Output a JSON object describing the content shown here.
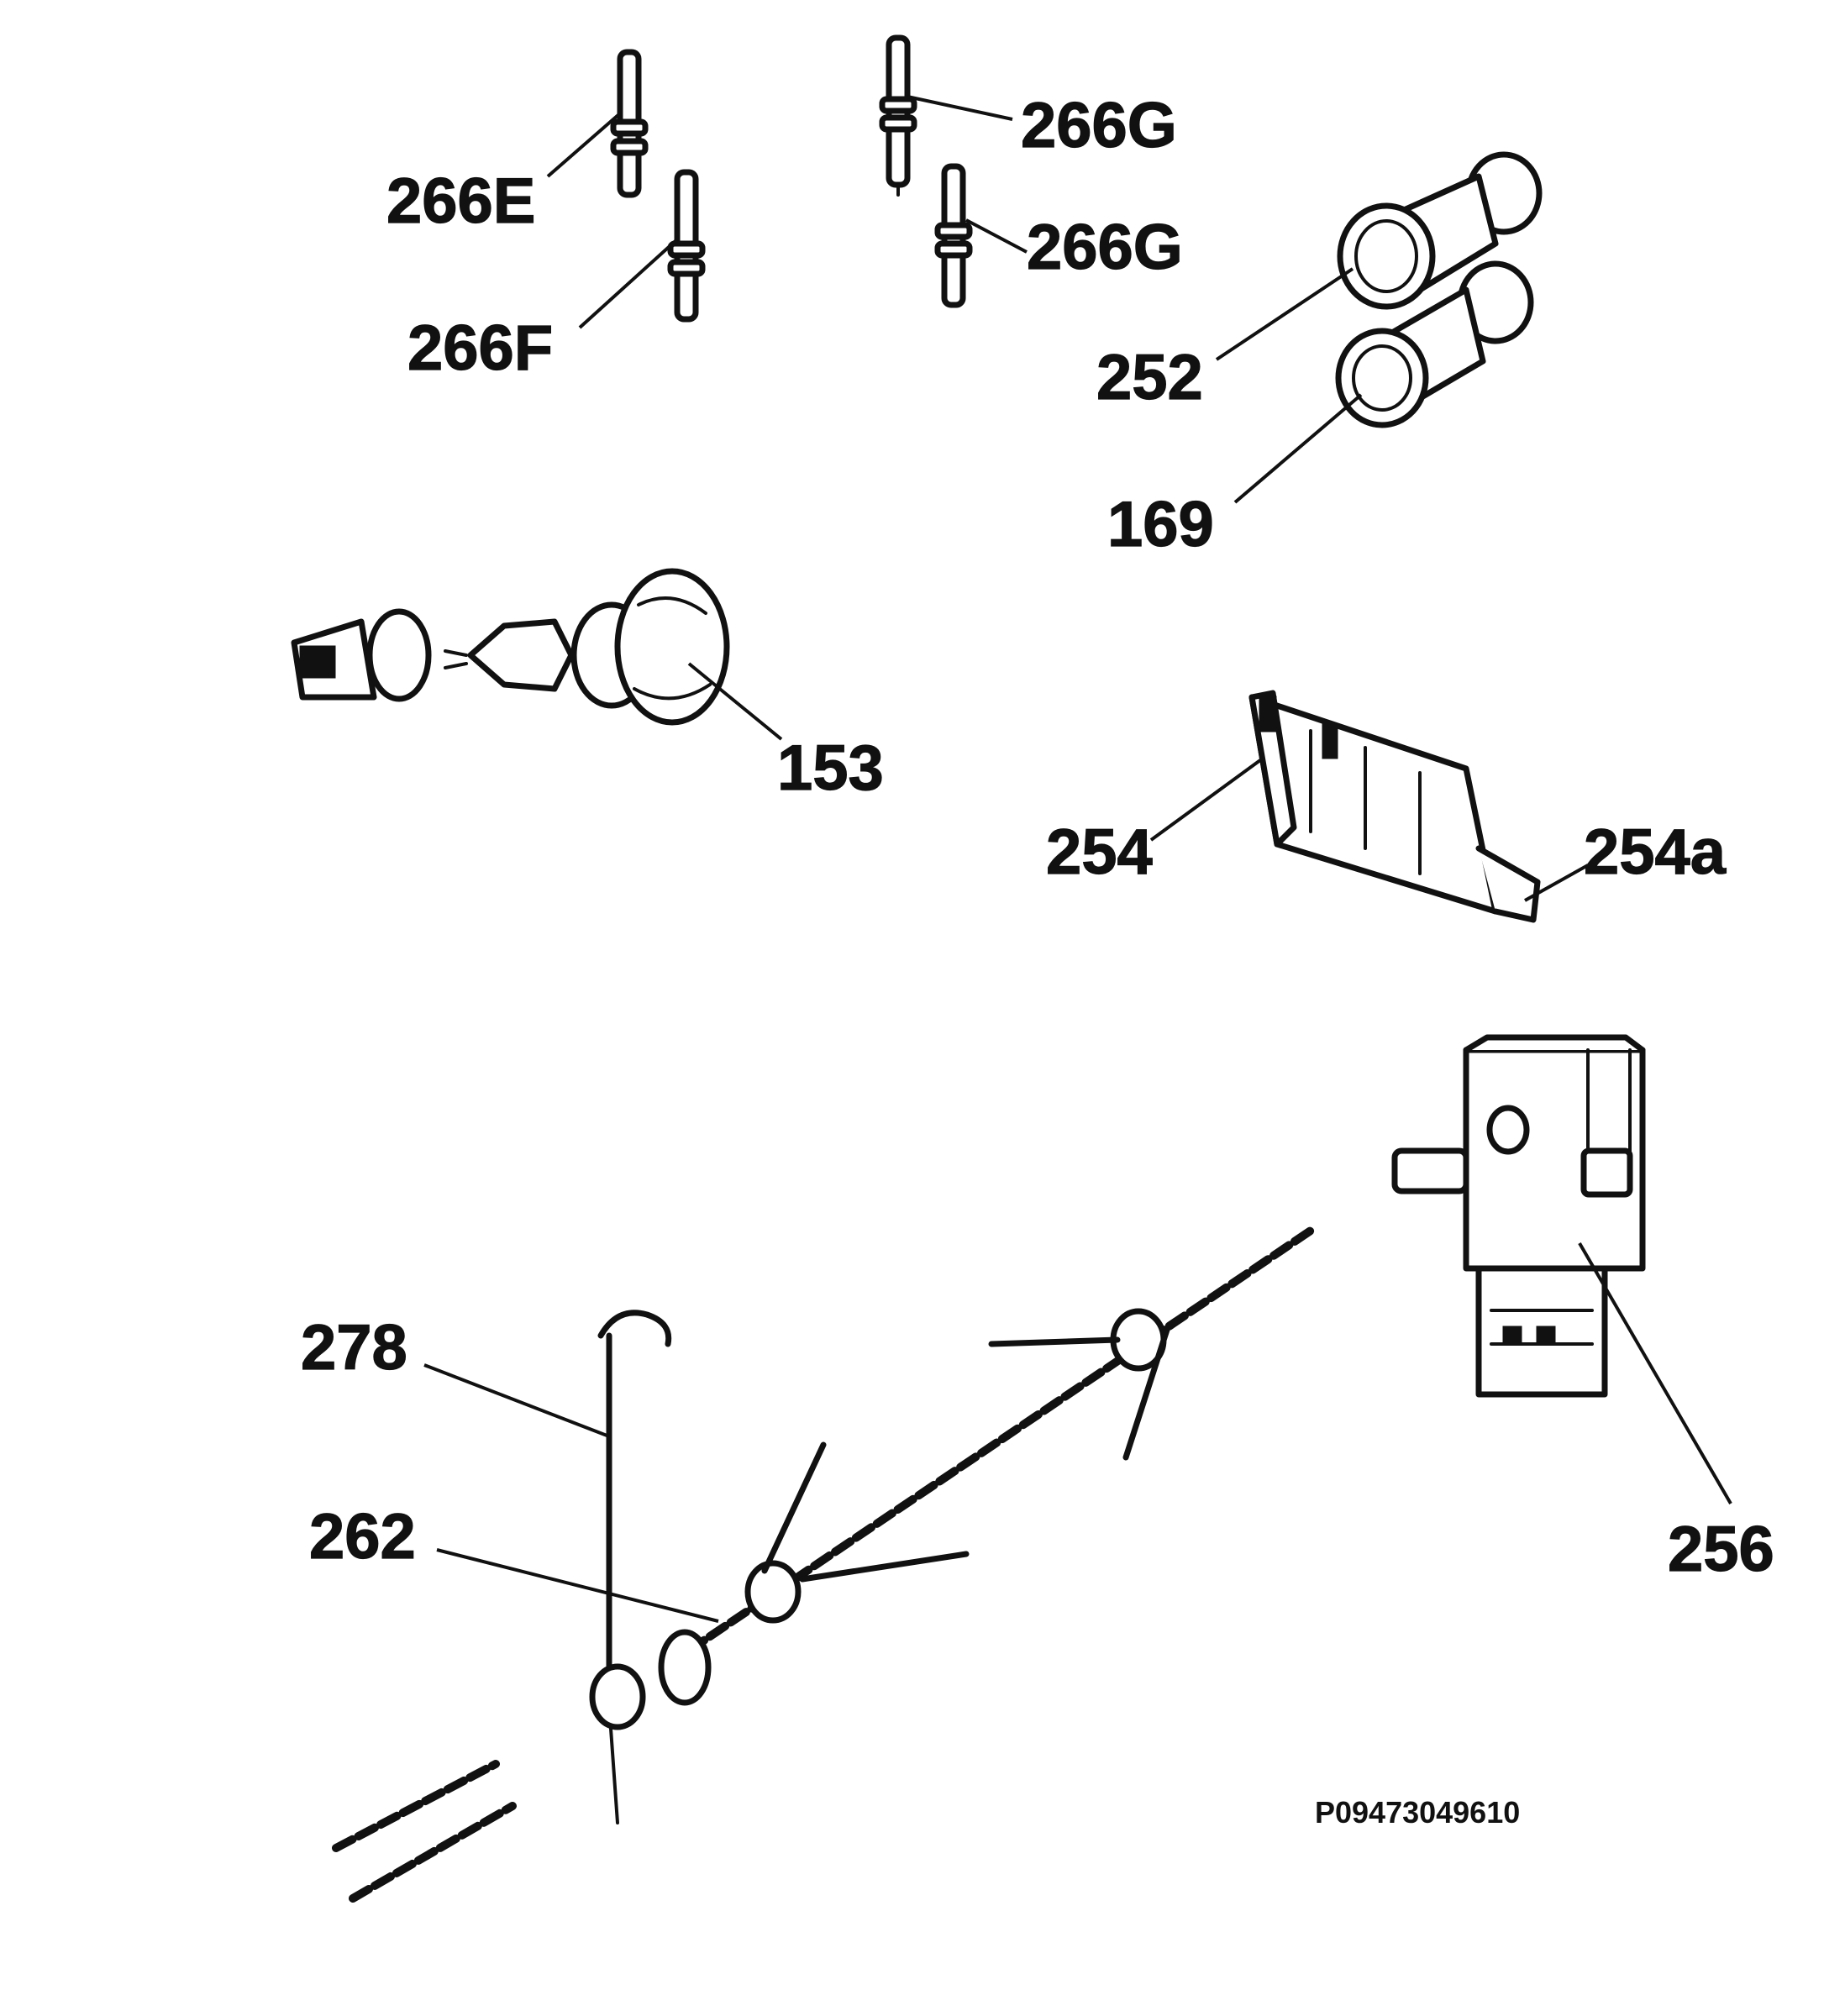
{
  "labels": {
    "l266e": "266E",
    "l266f": "266F",
    "l266g_a": "266G",
    "l266g_b": "266G",
    "l252": "252",
    "l169": "169",
    "l153": "153",
    "l254": "254",
    "l254a": "254a",
    "l256": "256",
    "l278": "278",
    "l262": "262"
  },
  "reference_code": "P09473049610"
}
